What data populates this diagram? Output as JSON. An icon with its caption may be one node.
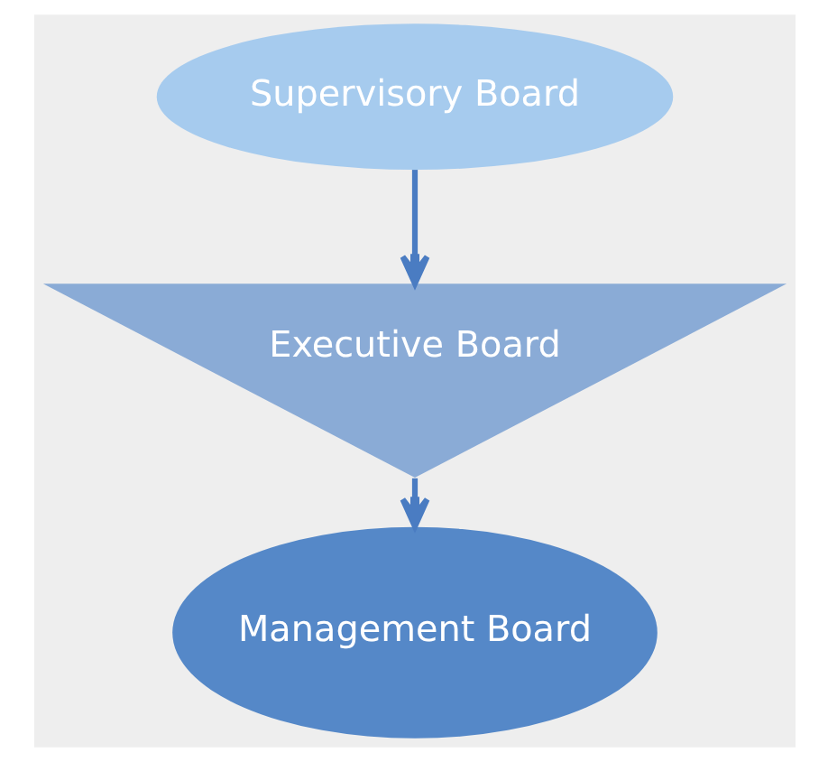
{
  "diagram": {
    "nodes": [
      {
        "text": [
          "Supervisory Board"
        ]
      },
      {
        "text": [
          "Executive Board"
        ]
      },
      {
        "text": [
          "Management Board"
        ]
      }
    ],
    "edges": [
      {
        "from": 0,
        "to": 1,
        "arrow": "to"
      },
      {
        "from": 1,
        "to": 2,
        "arrow": "to"
      }
    ]
  }
}
